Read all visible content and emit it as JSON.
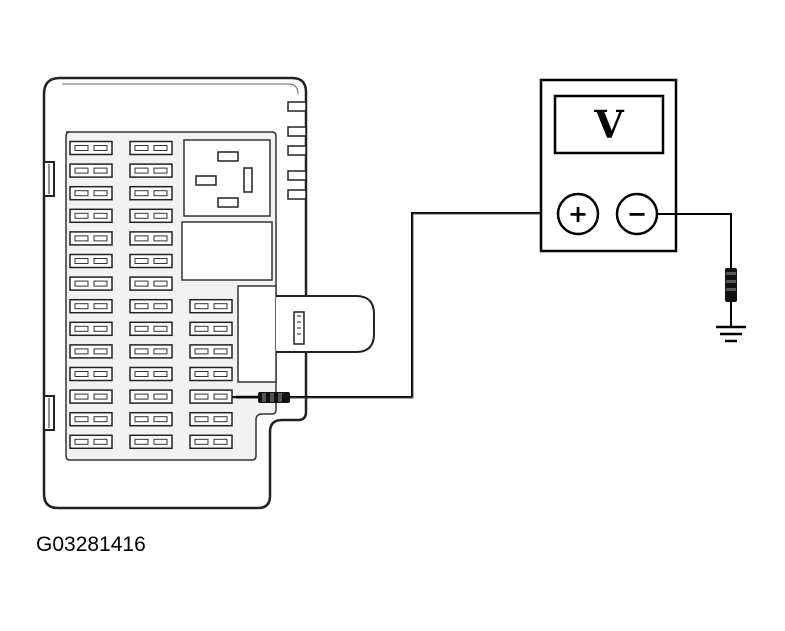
{
  "diagram": {
    "figure_id": "G03281416",
    "voltmeter": {
      "display_symbol": "V",
      "positive_symbol": "+",
      "negative_symbol": "−"
    },
    "colors": {
      "line": "#000000",
      "housing_stroke": "#222222",
      "panel_fill": "#f2f2f2",
      "fuse_fill": "#ffffff",
      "background": "#ffffff"
    },
    "fuse_panel": {
      "left_column_fuses": 14,
      "middle_column_fuses": 14,
      "right_column_fuses": 7
    },
    "icons": [
      "fuse-panel-icon",
      "voltmeter-icon",
      "test-probe-icon",
      "ground-symbol-icon"
    ]
  }
}
